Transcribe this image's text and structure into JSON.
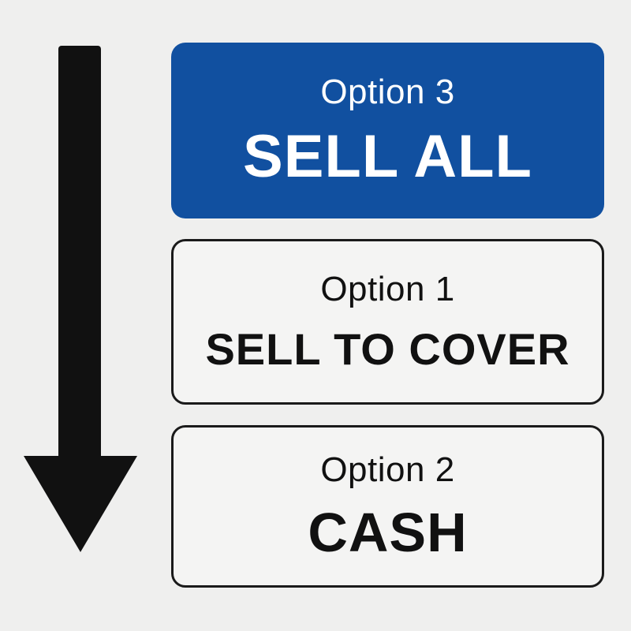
{
  "arrow": {
    "icon": "down-arrow-icon",
    "color": "#111111"
  },
  "options": [
    {
      "label": "Option 3",
      "title": "SELL ALL",
      "background": "#1150a0",
      "text_color": "#ffffff"
    },
    {
      "label": "Option 1",
      "title": "SELL TO COVER",
      "background": "#f4f4f3",
      "text_color": "#111111"
    },
    {
      "label": "Option 2",
      "title": "CASH",
      "background": "#f4f4f3",
      "text_color": "#111111"
    }
  ]
}
